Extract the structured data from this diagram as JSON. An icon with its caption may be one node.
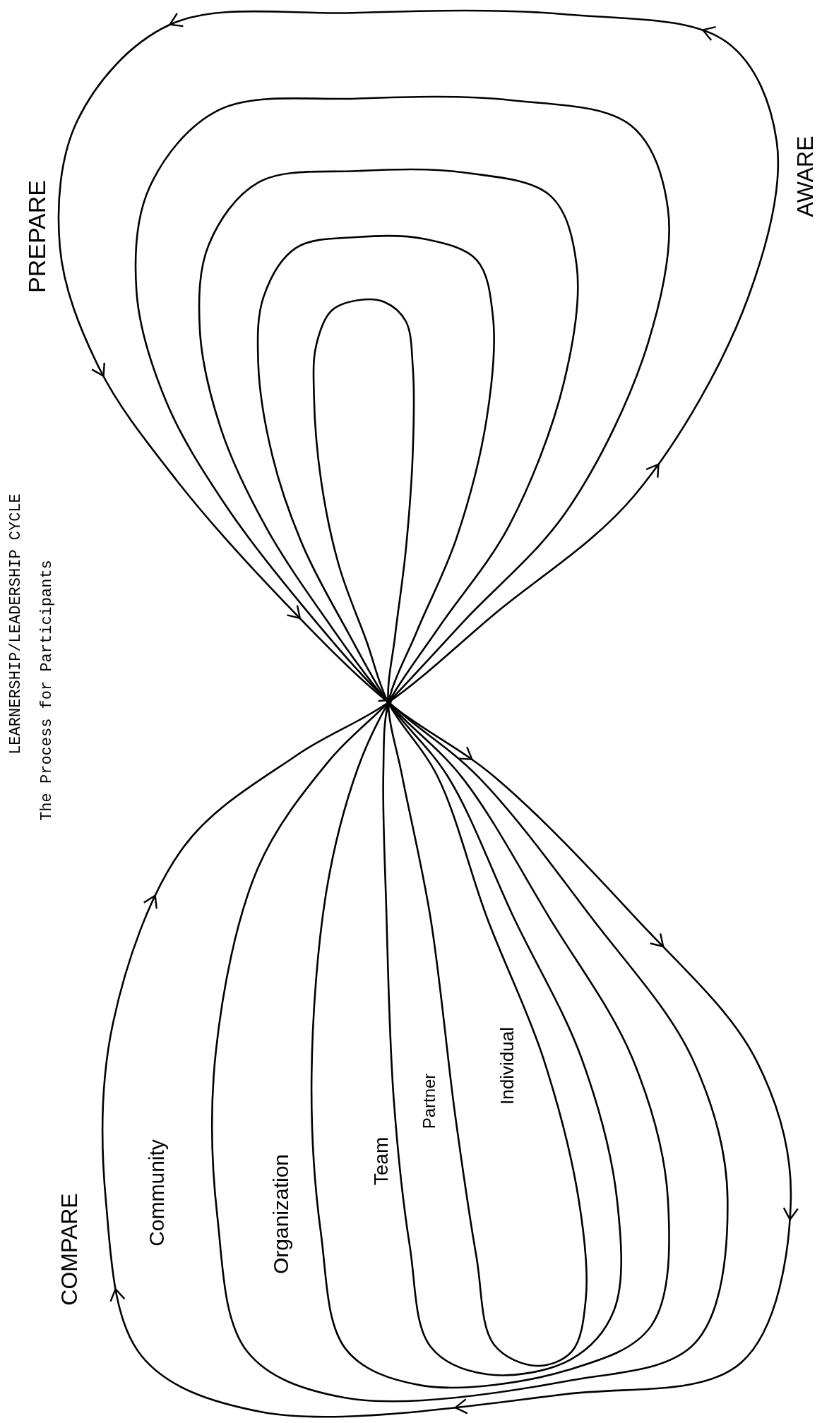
{
  "diagram": {
    "title": "LEARNERSHIP/LEADERSHIP CYCLE",
    "nodes": [
      {
        "text": [
          "Community"
        ]
      },
      {
        "text": [
          "Organization"
        ],
        "in": 0
      },
      {
        "text": [
          "Team"
        ],
        "in": 1
      },
      {
        "text": [
          "Partner"
        ],
        "in": 2
      },
      {
        "text": [
          "Individual"
        ],
        "in": 3
      }
    ],
    "labels": [
      "The Process for Participants",
      "PREPARE",
      "AWARE",
      "COMPARE"
    ]
  }
}
